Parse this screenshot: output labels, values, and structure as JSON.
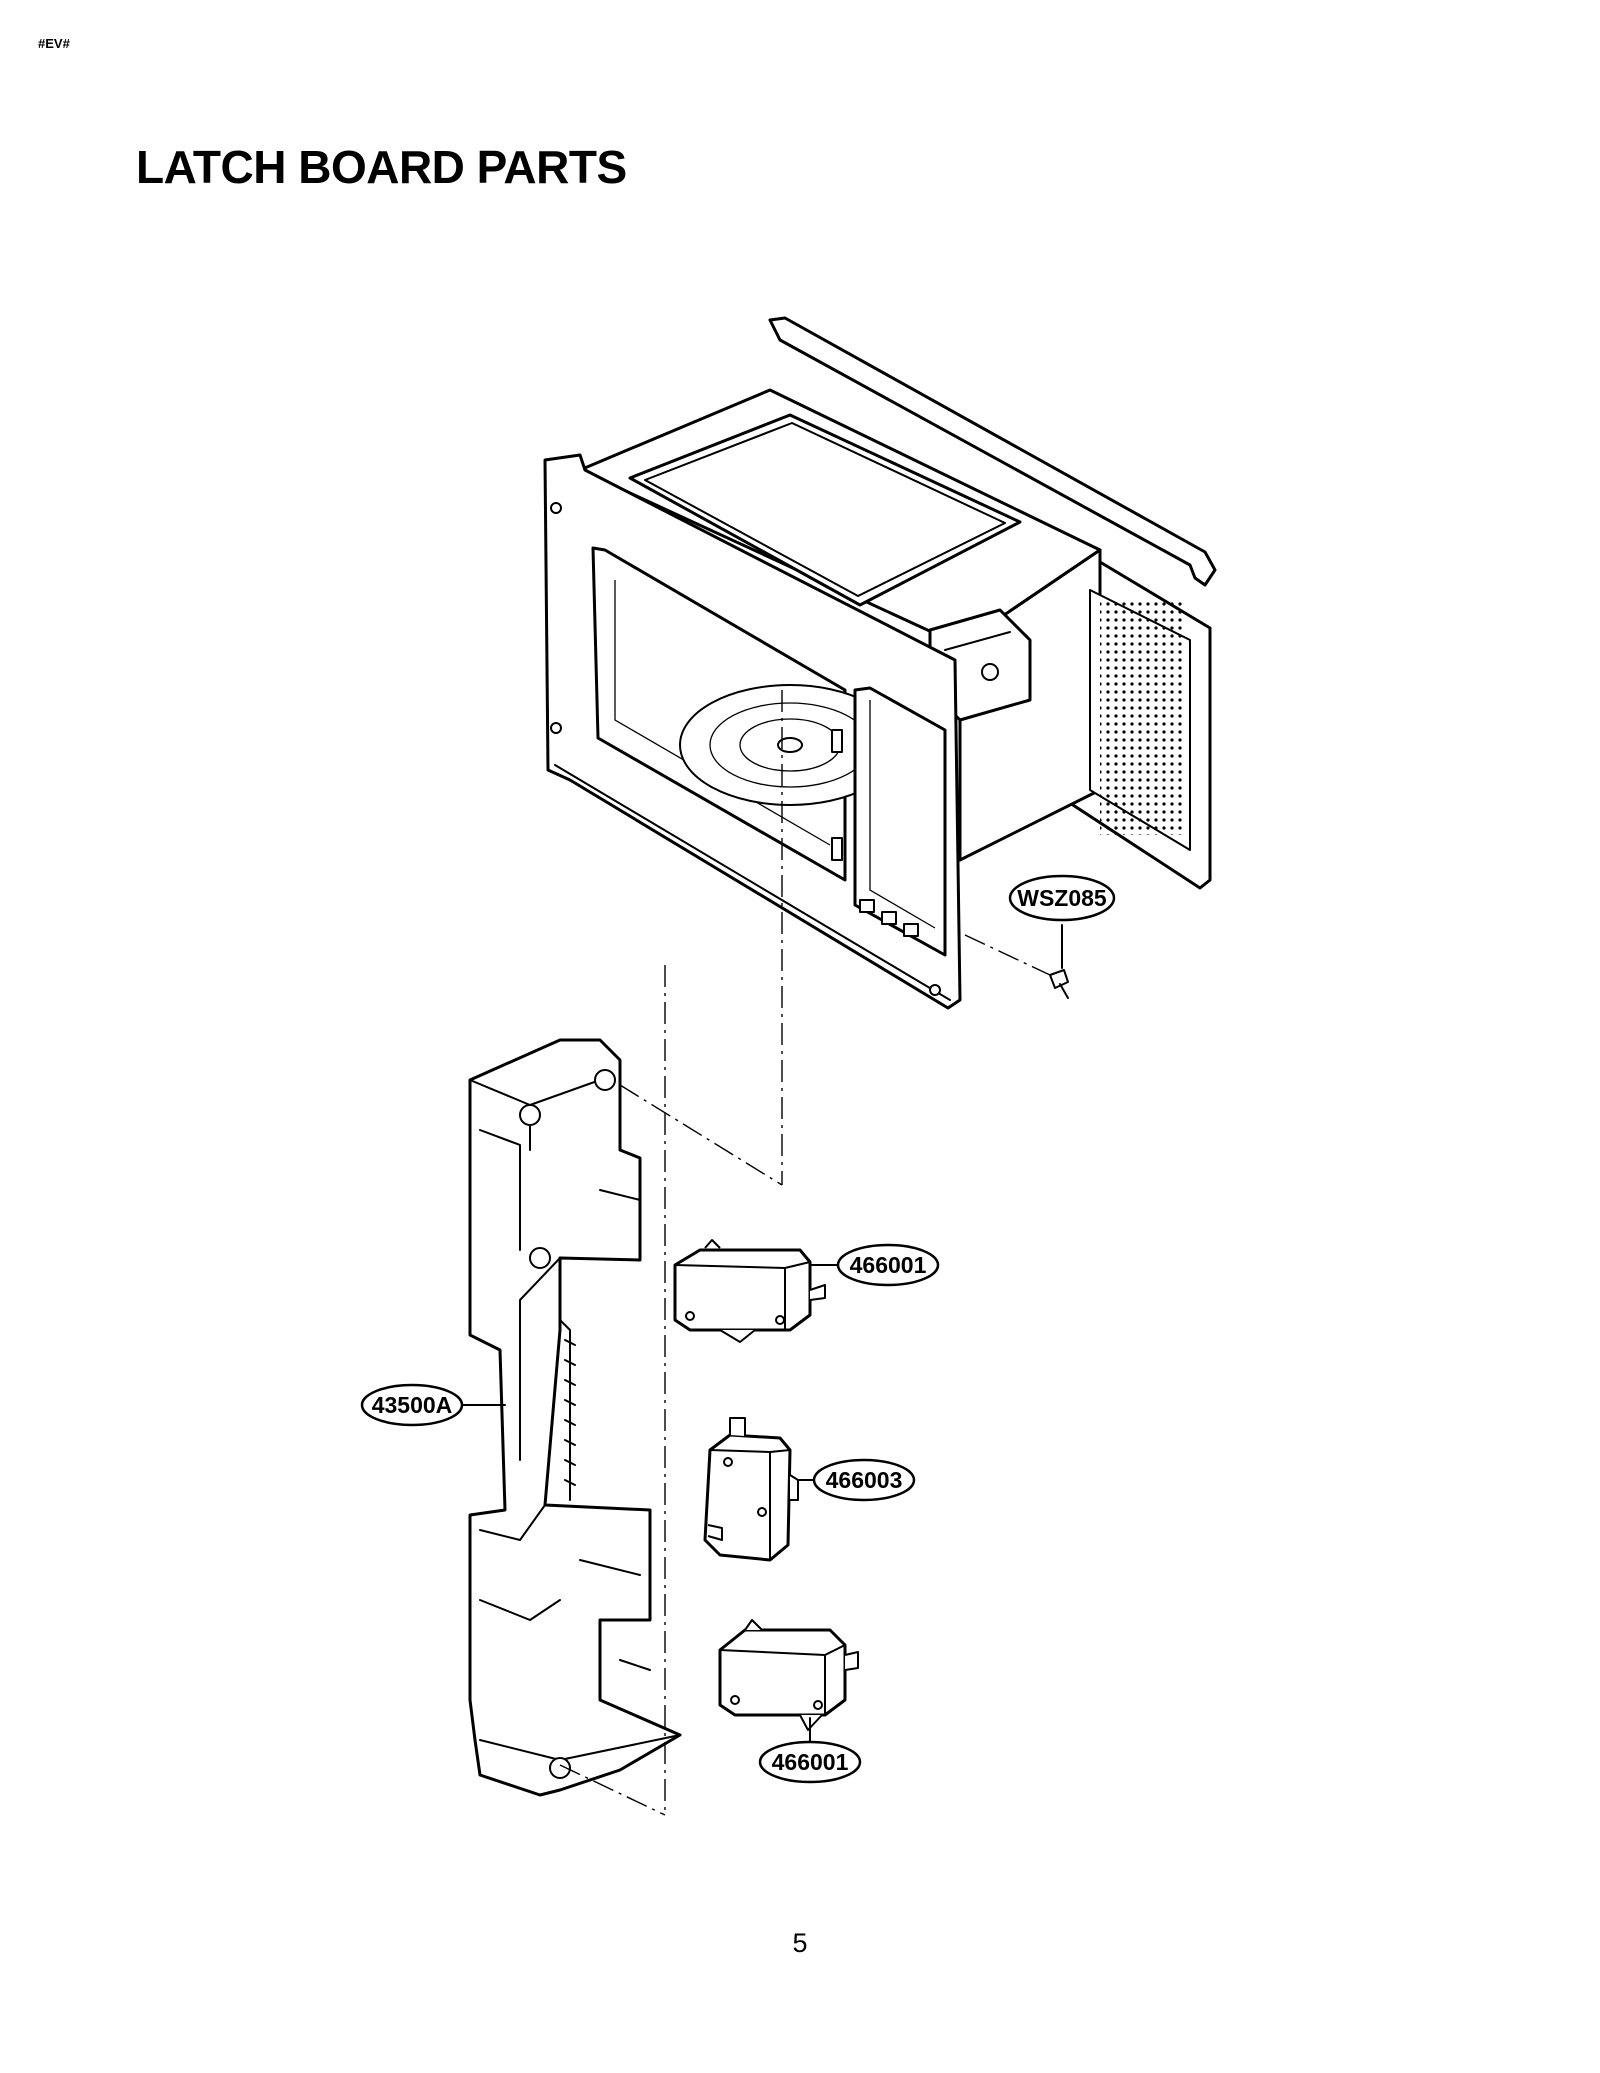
{
  "header": {
    "doc_code": "#EV#"
  },
  "title": "LATCH BOARD PARTS",
  "callouts": {
    "screw": "WSZ085",
    "latch_board": "43500A",
    "switch_top": "466001",
    "switch_middle": "466003",
    "switch_bottom": "466001"
  },
  "page_number": "5"
}
